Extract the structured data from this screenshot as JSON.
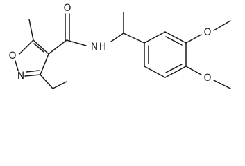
{
  "molecule": {
    "atoms": {
      "carbonyl_o": "O",
      "amide_n": "N",
      "amide_h": "H",
      "ring_n": "N",
      "ring_o": "O",
      "methoxy_o_upper": "O",
      "methoxy_o_lower": "O"
    }
  }
}
